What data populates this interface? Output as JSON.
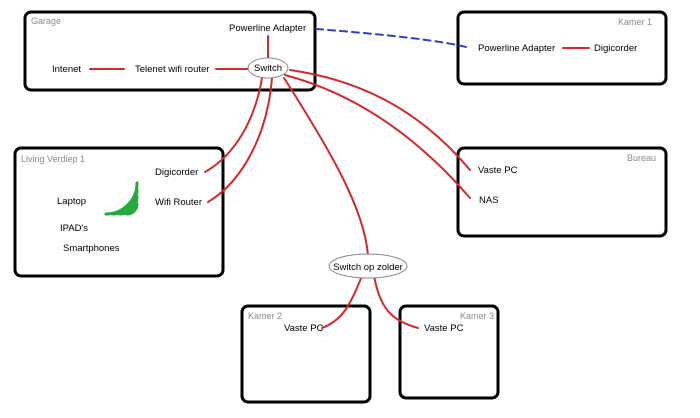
{
  "colors": {
    "cable": "#d42a2a",
    "powerline": "#2b3fbf",
    "wifi": "#22aa3a",
    "room_border": "#000000",
    "room_title": "#8a8a8a"
  },
  "rooms": {
    "garage": "Garage",
    "kamer1": "Kamer 1",
    "living": "Living Verdiep 1",
    "bureau": "Bureau",
    "kamer2": "Kamer 2",
    "kamer3": "Kamer 3"
  },
  "devices": {
    "powerline_adapter_garage": "Powerline Adapter",
    "internet": "Intenet",
    "telenet_router": "Telenet wifi router",
    "switch": "Switch",
    "powerline_adapter_kamer1": "Powerline Adapter",
    "digicorder_kamer1": "Digicorder",
    "digicorder_living": "Digicorder",
    "wifi_router": "Wifi Router",
    "laptop": "Laptop",
    "ipads": "IPAD's",
    "smartphones": "Smartphones",
    "vaste_pc_bureau": "Vaste PC",
    "nas": "NAS",
    "switch_zolder": "Switch op zolder",
    "vaste_pc_kamer2": "Vaste PC",
    "vaste_pc_kamer3": "Vaste PC"
  }
}
